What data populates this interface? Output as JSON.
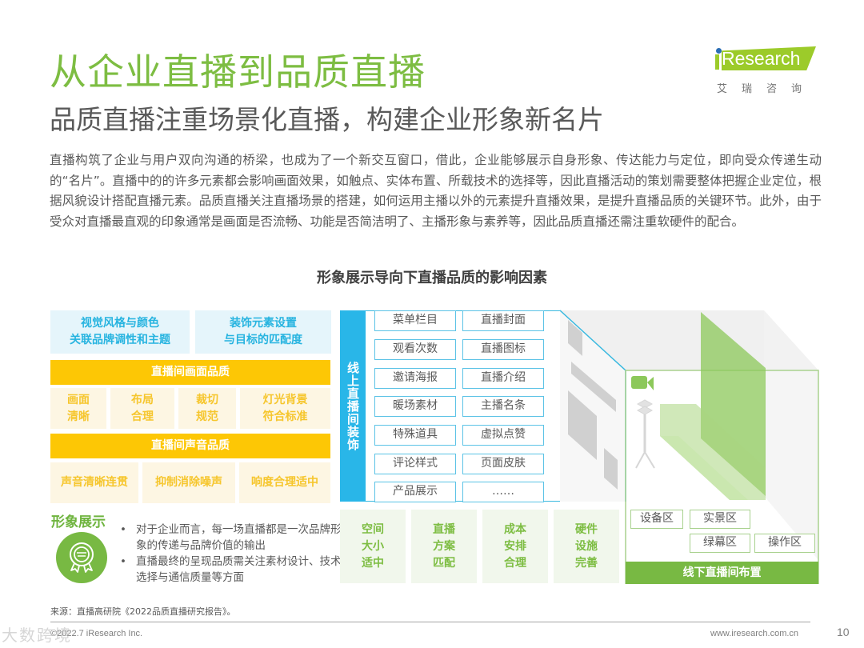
{
  "header": {
    "title": "从企业直播到品质直播",
    "subtitle": "品质直播注重场景化直播，构建企业形象新名片"
  },
  "logo": {
    "brand": "Research",
    "chinese_name": "艾瑞咨询",
    "colors": {
      "bar": "#9ccb2a",
      "dot": "#2a6db5"
    }
  },
  "intro": "直播构筑了企业与用户双向沟通的桥梁，也成为了一个新交互窗口，借此，企业能够展示自身形象、传达能力与定位，即向受众传递生动的“名片”。直播中的的许多元素都会影响画面效果，如触点、实体布置、所载技术的选择等，因此直播活动的策划需要整体把握企业定位，根据风貌设计搭配直播元素。品质直播关注直播场景的搭建，如何运用主播以外的元素提升直播效果，是提升直播品质的关键环节。此外，由于受众对直播最直观的印象通常是画面是否流畅、功能是否简洁明了、主播形象与素养等，因此品质直播还需注重软硬件的配合。",
  "figure": {
    "title": "形象展示导向下直播品质的影响因素",
    "top_boxes": [
      {
        "line1": "视觉风格与颜色",
        "line2": "关联品牌调性和主题"
      },
      {
        "line1": "装饰元素设置",
        "line2": "与目标的匹配度"
      }
    ],
    "picture_quality": {
      "label": "直播间画面品质",
      "items": [
        {
          "line1": "画面",
          "line2": "清晰"
        },
        {
          "line1": "布局",
          "line2": "合理"
        },
        {
          "line1": "裁切",
          "line2": "规范"
        },
        {
          "line1": "灯光背景",
          "line2": "符合标准"
        }
      ]
    },
    "sound_quality": {
      "label": "直播间声音品质",
      "items": [
        "声音清晰连贯",
        "抑制消除噪声",
        "响度合理适中"
      ]
    },
    "image_display": {
      "label": "形象展示",
      "icon": "award-medal-icon",
      "bullets": [
        "对于企业而言，每一场直播都是一次品牌形象的传递与品牌价值的输出",
        "直播最终的呈现品质需关注素材设计、技术选择与通信质量等方面"
      ]
    },
    "online": {
      "label": "线上直播间装饰",
      "items": [
        [
          "菜单栏目",
          "直播封面"
        ],
        [
          "观看次数",
          "直播图标"
        ],
        [
          "邀请海报",
          "直播介绍"
        ],
        [
          "暖场素材",
          "主播名条"
        ],
        [
          "特殊道具",
          "虚拟点赞"
        ],
        [
          "评论样式",
          "页面皮肤"
        ],
        [
          "产品展示",
          "……"
        ]
      ]
    },
    "offline_factors": [
      {
        "l1": "空间",
        "l2": "大小",
        "l3": "适中"
      },
      {
        "l1": "直播",
        "l2": "方案",
        "l3": "匹配"
      },
      {
        "l1": "成本",
        "l2": "安排",
        "l3": "合理"
      },
      {
        "l1": "硬件",
        "l2": "设施",
        "l3": "完善"
      }
    ],
    "offline": {
      "label": "线下直播间布置",
      "zones": [
        "设备区",
        "实景区",
        "绿幕区",
        "操作区"
      ]
    },
    "colors": {
      "green": "#78b943",
      "yellow": "#fdc705",
      "blue": "#29b6e8",
      "light_blue": "#e5f5fb",
      "light_yellow": "#fdf6e3",
      "light_green": "#f1f7ec"
    }
  },
  "footer": {
    "source": "来源：直播高研院《2022品质直播研究报告》。",
    "copyright": "©2022.7 iResearch Inc.",
    "url": "www.iresearch.com.cn",
    "page": "10",
    "watermark": "大数跨境"
  }
}
